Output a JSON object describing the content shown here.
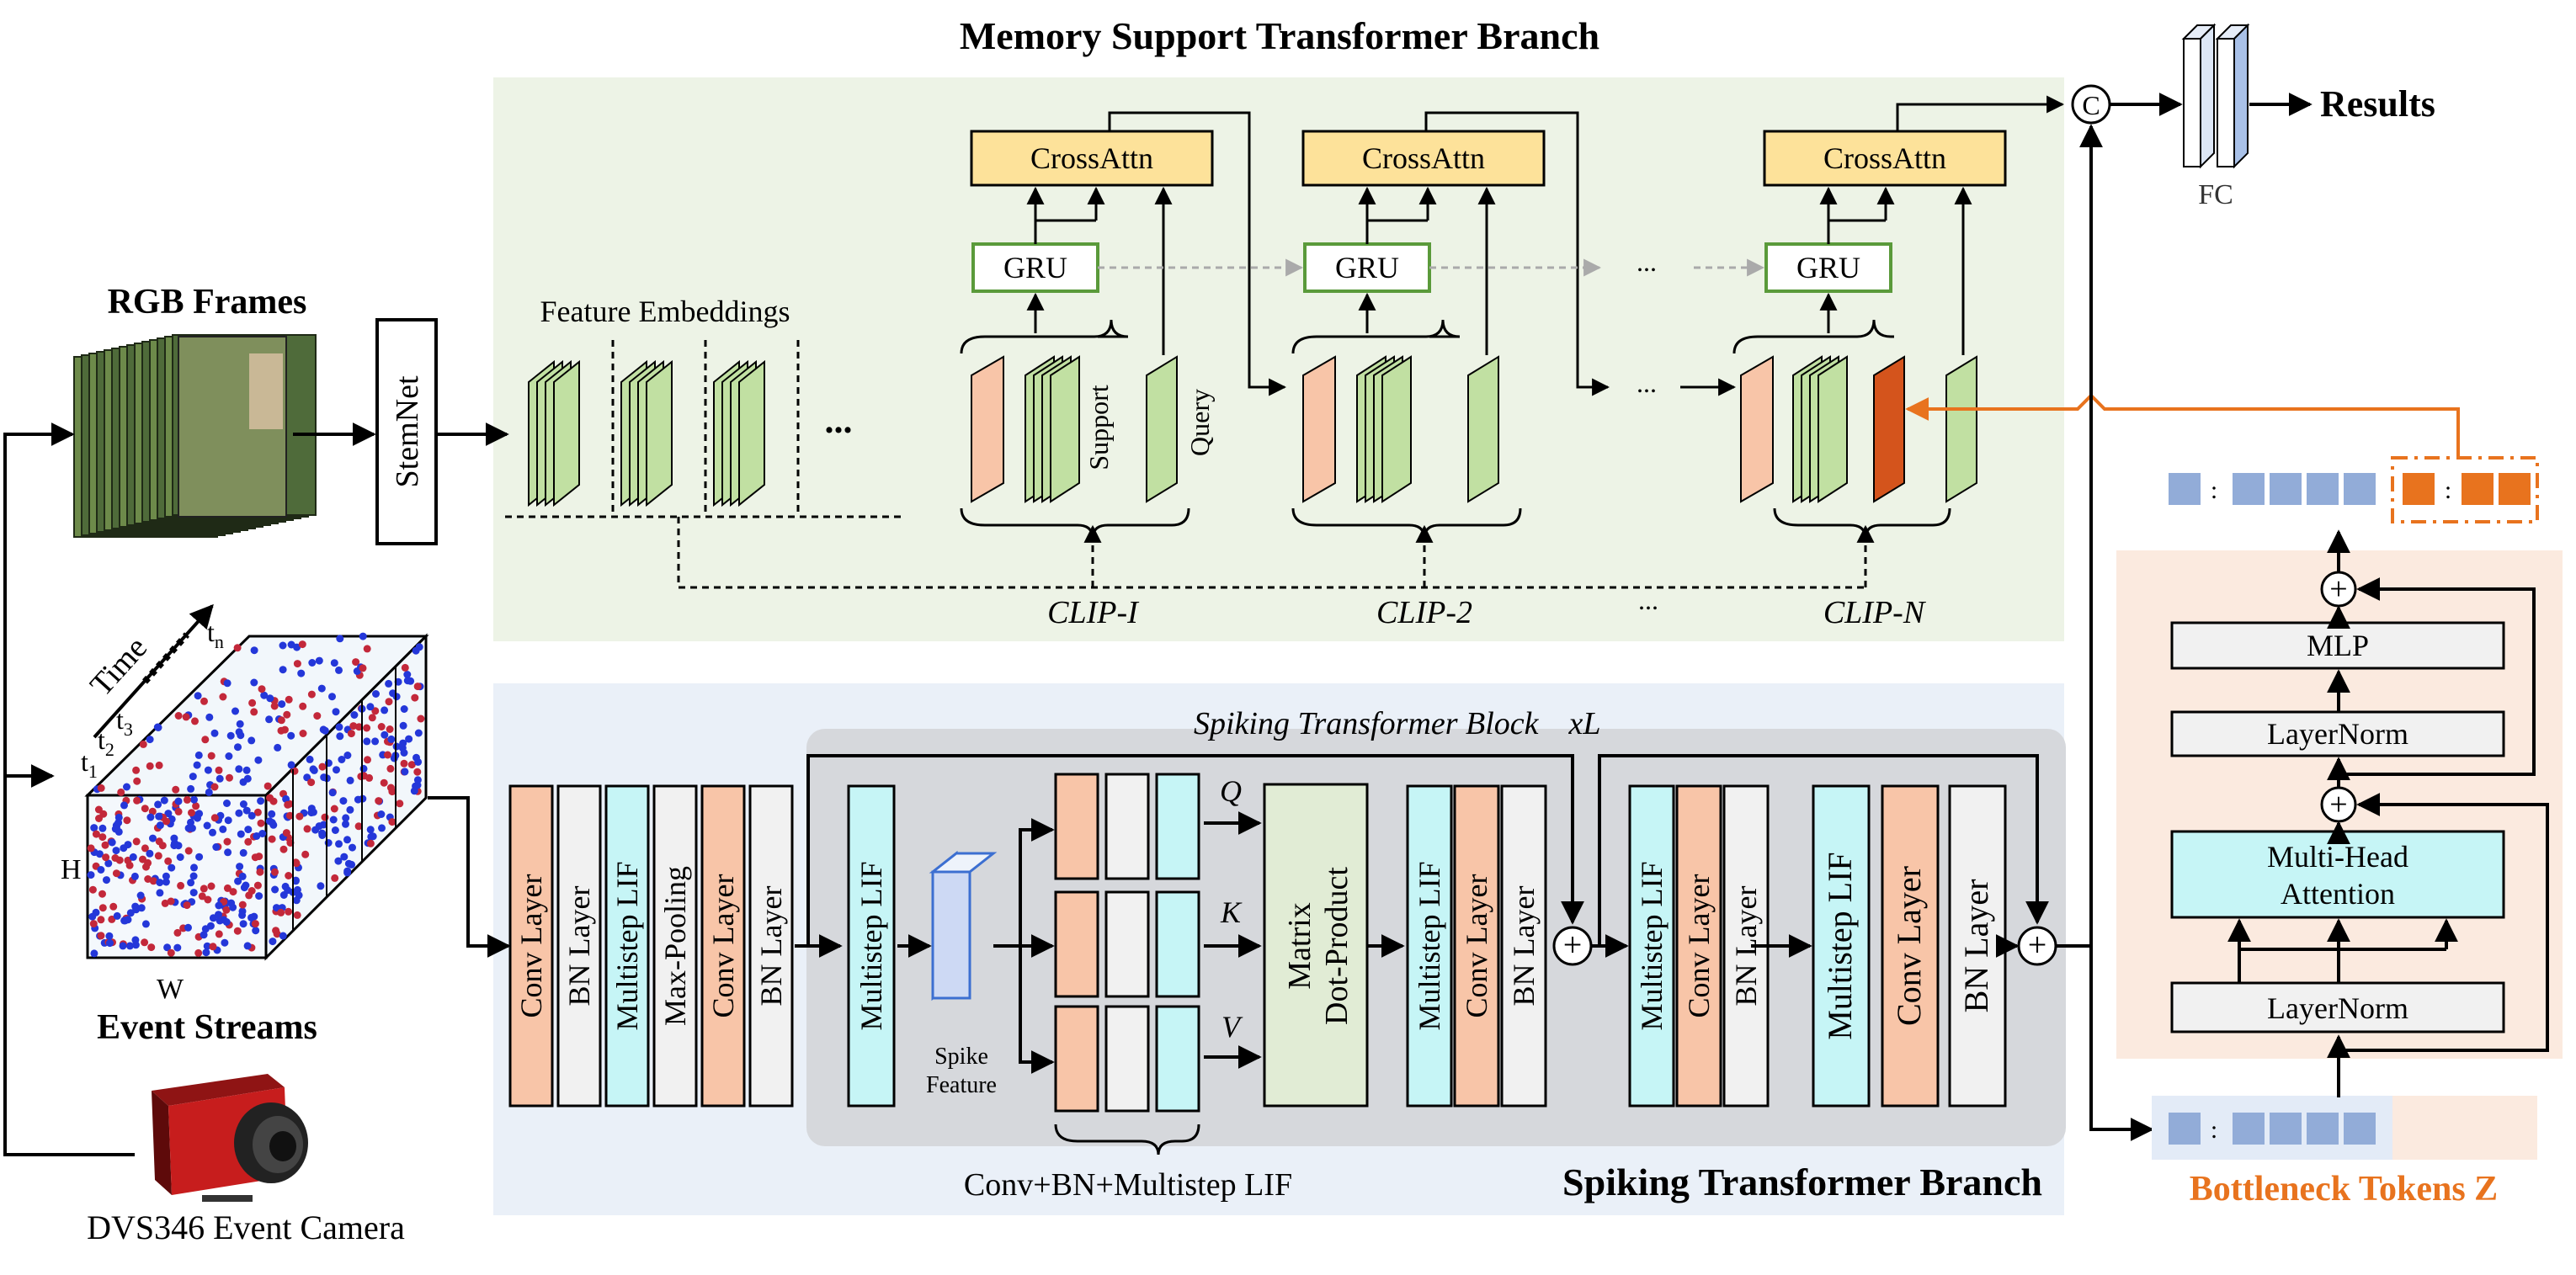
{
  "titles": {
    "memory_branch": "Memory Support Transformer Branch",
    "spiking_branch": "Spiking Transformer Branch"
  },
  "inputs": {
    "rgb_frames": "RGB Frames",
    "event_streams": "Event Streams",
    "camera": "DVS346 Event Camera",
    "stemnet": "StemNet",
    "time": "Time",
    "h": "H",
    "w": "W",
    "t1": "t",
    "t1_sub": "1",
    "t2": "t",
    "t2_sub": "2",
    "t3": "t",
    "t3_sub": "3",
    "tn": "t",
    "tn_sub": "n"
  },
  "memory": {
    "feature_embeddings": "Feature Embeddings",
    "ellipsis": "...",
    "crossattn": "CrossAttn",
    "gru": "GRU",
    "support": "Support",
    "query": "Query",
    "clip1": "CLIP-I",
    "clip2": "CLIP-2",
    "clipn": "CLIP-N",
    "dots": "..."
  },
  "output": {
    "concat": "C",
    "fc": "FC",
    "results": "Results"
  },
  "spiking": {
    "conv": "Conv Layer",
    "bn": "BN Layer",
    "lif": "Multistep LIF",
    "maxpool": "Max-Pooling",
    "block_title": "Spiking Transformer Block",
    "block_repeat": "xL",
    "spike_feature_1": "Spike",
    "spike_feature_2": "Feature",
    "q": "Q",
    "k": "K",
    "v": "V",
    "matrix_1": "Matrix",
    "matrix_2": "Dot-Product",
    "qkv_caption": "Conv+BN+Multistep LIF",
    "plus": "+"
  },
  "bottleneck": {
    "mlp": "MLP",
    "layernorm": "LayerNorm",
    "mha_1": "Multi-Head",
    "mha_2": "Attention",
    "label": "Bottleneck Tokens Z"
  },
  "colors": {
    "memory_bg": "#edf3e6",
    "spiking_bg": "#eaf0f8",
    "block_bg": "#d6d8dc",
    "bottleneck_bg": "#fbeadf",
    "crossattn": "#fde29a",
    "gru_border": "#5a9a3a",
    "green": "#c1e0a2",
    "peach": "#f8c5a8",
    "cyan": "#c6f5f6",
    "light": "#f1f1f1",
    "orange": "#e8731e",
    "orange_dark": "#d4541c",
    "blue_token": "#92acd8"
  }
}
